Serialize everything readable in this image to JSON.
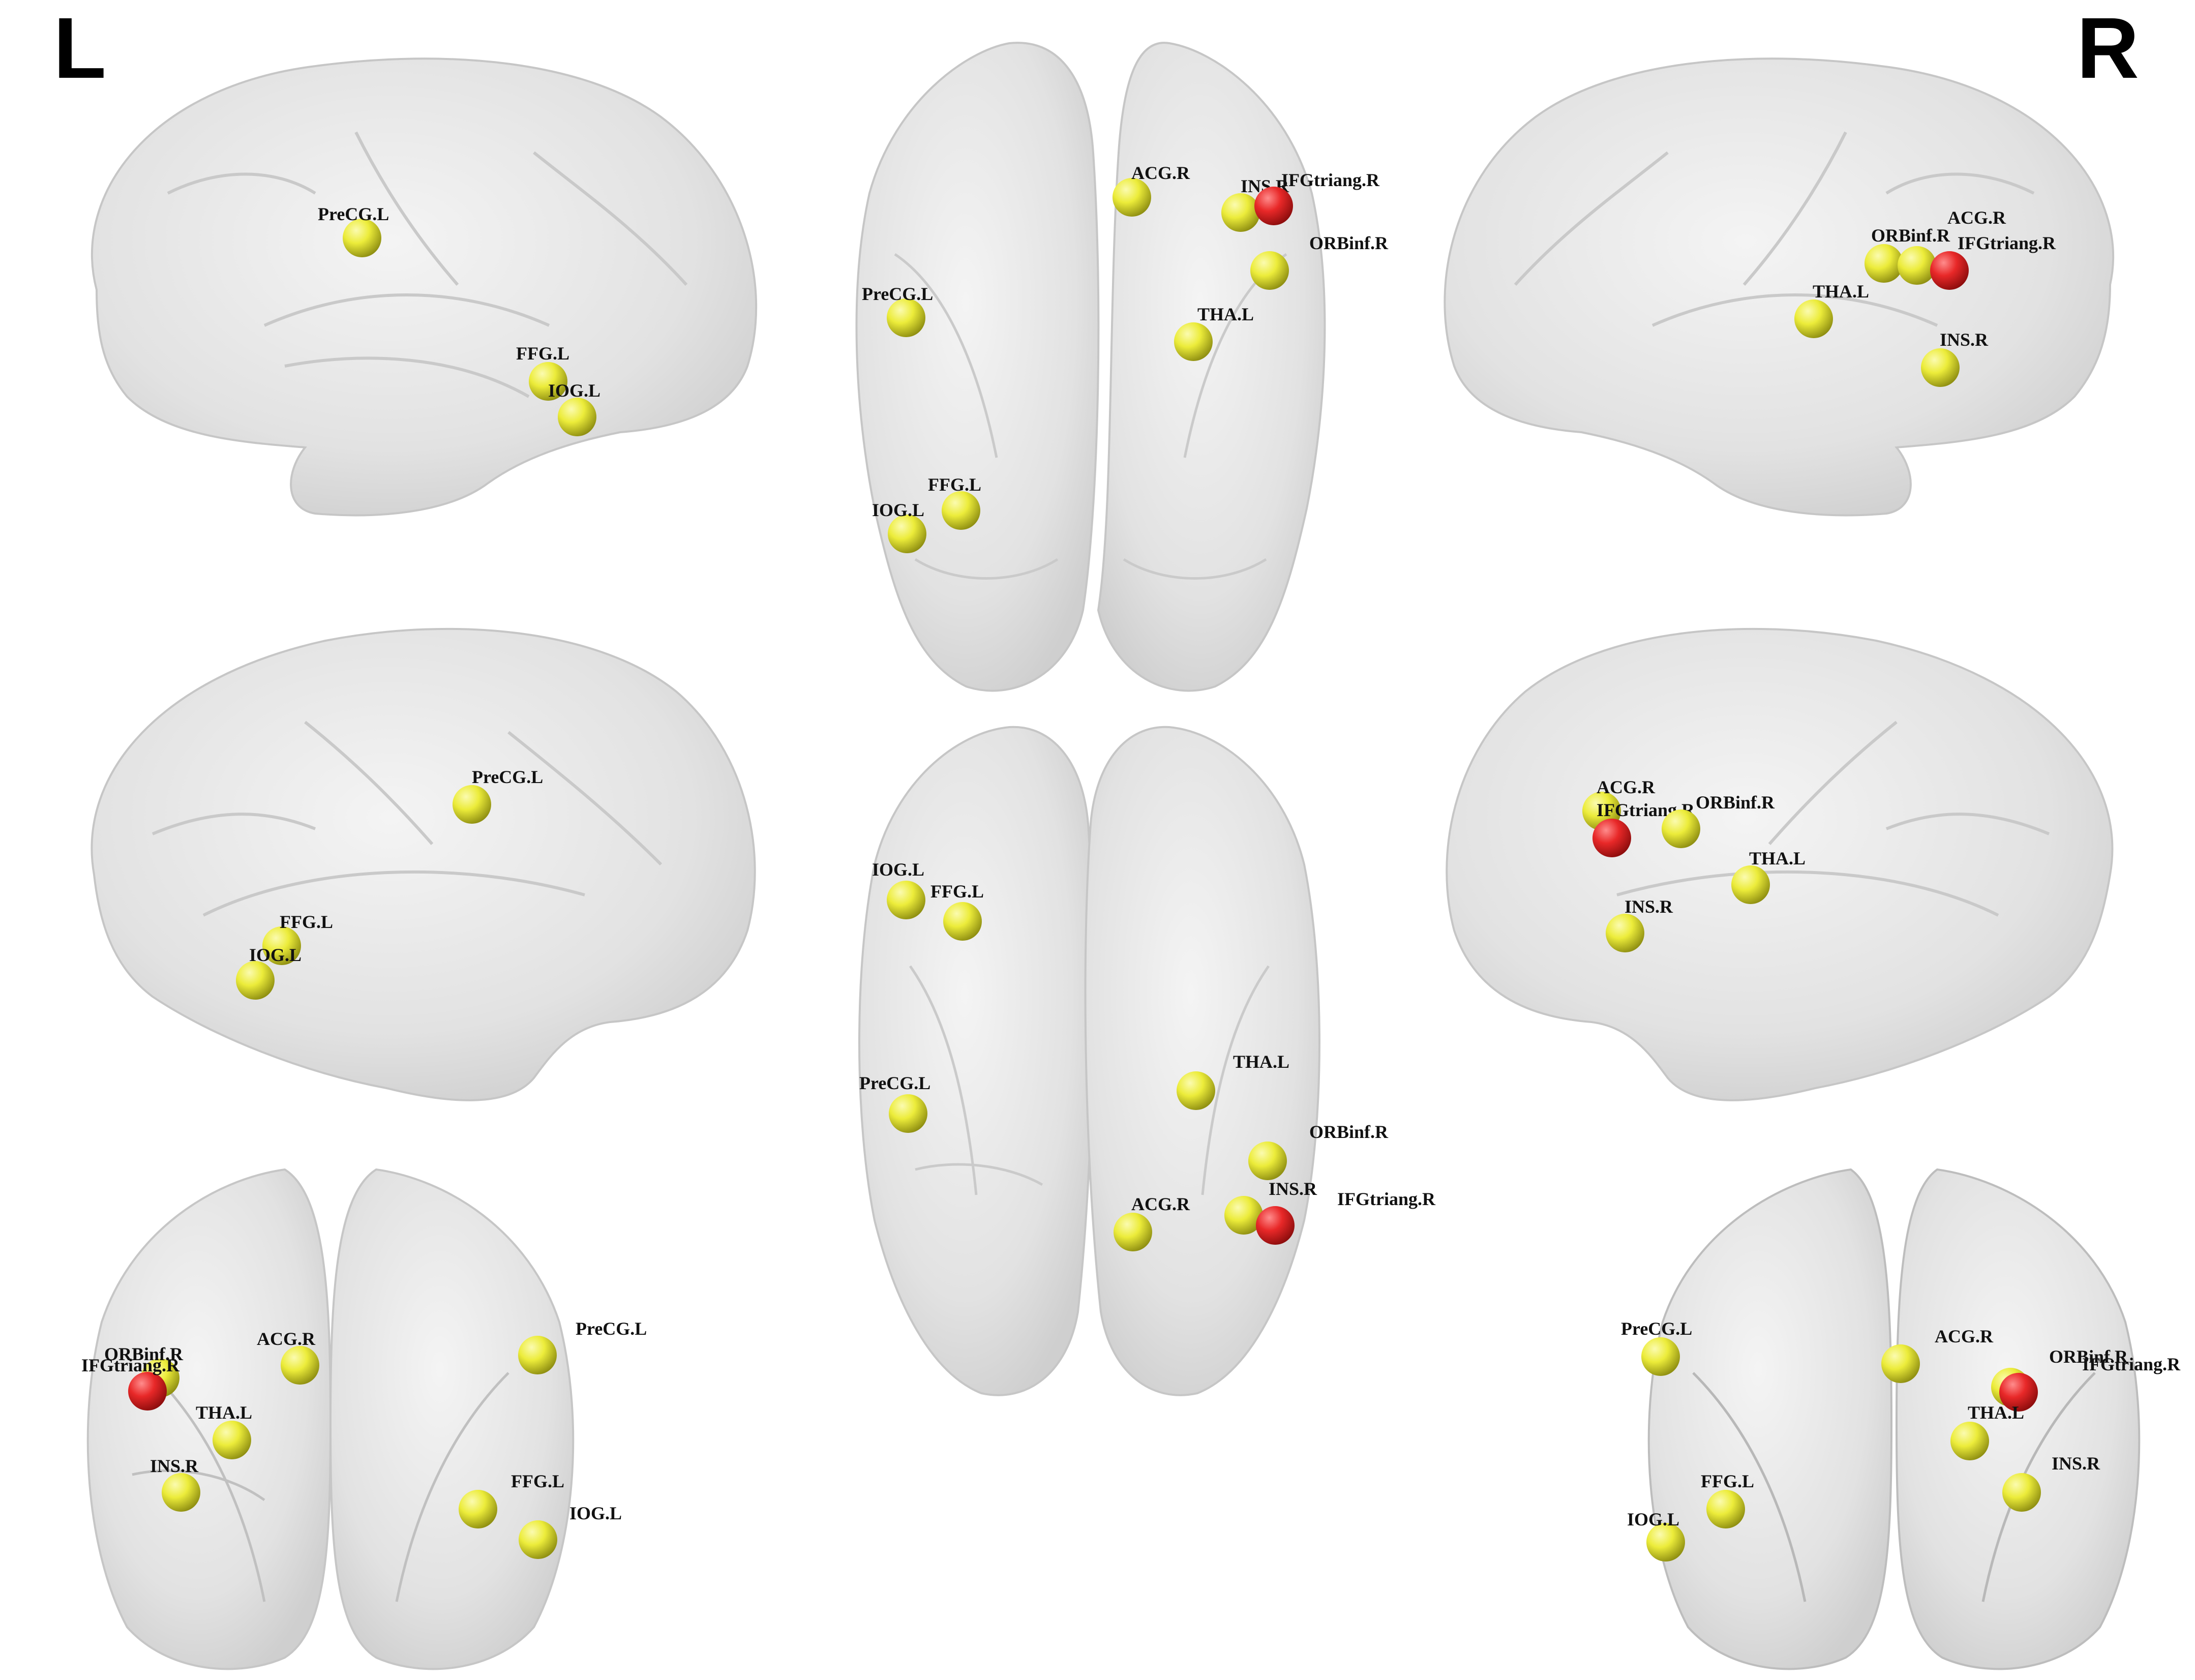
{
  "orientation": {
    "left": "L",
    "right": "R"
  },
  "colors": {
    "node_default": "#e8e83a",
    "node_highlight": "#e8282a",
    "brain": "#dedede",
    "brain_edge": "#c8c8c8"
  },
  "views": [
    {
      "view": "left-lateral",
      "nodes": [
        {
          "label": "PreCG.L",
          "color": "yellow"
        },
        {
          "label": "FFG.L",
          "color": "yellow"
        },
        {
          "label": "IOG.L",
          "color": "yellow"
        }
      ]
    },
    {
      "view": "superior",
      "nodes": [
        {
          "label": "ACG.R",
          "color": "yellow"
        },
        {
          "label": "INS.R",
          "color": "yellow"
        },
        {
          "label": "IFGtriang.R",
          "color": "red"
        },
        {
          "label": "ORBinf.R",
          "color": "yellow"
        },
        {
          "label": "PreCG.L",
          "color": "yellow"
        },
        {
          "label": "THA.L",
          "color": "yellow"
        },
        {
          "label": "FFG.L",
          "color": "yellow"
        },
        {
          "label": "IOG.L",
          "color": "yellow"
        }
      ]
    },
    {
      "view": "right-lateral",
      "nodes": [
        {
          "label": "ORBinf.R",
          "color": "yellow"
        },
        {
          "label": "ACG.R",
          "color": "yellow"
        },
        {
          "label": "IFGtriang.R",
          "color": "red"
        },
        {
          "label": "THA.L",
          "color": "yellow"
        },
        {
          "label": "INS.R",
          "color": "yellow"
        }
      ]
    },
    {
      "view": "left-medial",
      "nodes": [
        {
          "label": "PreCG.L",
          "color": "yellow"
        },
        {
          "label": "FFG.L",
          "color": "yellow"
        },
        {
          "label": "IOG.L",
          "color": "yellow"
        }
      ]
    },
    {
      "view": "inferior",
      "nodes": [
        {
          "label": "IOG.L",
          "color": "yellow"
        },
        {
          "label": "FFG.L",
          "color": "yellow"
        },
        {
          "label": "PreCG.L",
          "color": "yellow"
        },
        {
          "label": "THA.L",
          "color": "yellow"
        },
        {
          "label": "ORBinf.R",
          "color": "yellow"
        },
        {
          "label": "ACG.R",
          "color": "yellow"
        },
        {
          "label": "INS.R",
          "color": "yellow"
        },
        {
          "label": "IFGtriang.R",
          "color": "red"
        }
      ]
    },
    {
      "view": "right-medial",
      "nodes": [
        {
          "label": "ACG.R",
          "color": "yellow"
        },
        {
          "label": "IFGtriang.R",
          "color": "red"
        },
        {
          "label": "ORBinf.R",
          "color": "yellow"
        },
        {
          "label": "THA.L",
          "color": "yellow"
        },
        {
          "label": "INS.R",
          "color": "yellow"
        }
      ]
    },
    {
      "view": "anterior",
      "nodes": [
        {
          "label": "ORBinf.R",
          "color": "yellow"
        },
        {
          "label": "IFGtriang.R",
          "color": "red"
        },
        {
          "label": "ACG.R",
          "color": "yellow"
        },
        {
          "label": "THA.L",
          "color": "yellow"
        },
        {
          "label": "INS.R",
          "color": "yellow"
        },
        {
          "label": "PreCG.L",
          "color": "yellow"
        },
        {
          "label": "FFG.L",
          "color": "yellow"
        },
        {
          "label": "IOG.L",
          "color": "yellow"
        }
      ]
    },
    {
      "view": "posterior",
      "nodes": [
        {
          "label": "PreCG.L",
          "color": "yellow"
        },
        {
          "label": "ACG.R",
          "color": "yellow"
        },
        {
          "label": "ORBinf.R",
          "color": "yellow"
        },
        {
          "label": "IFGtriang.R",
          "color": "red"
        },
        {
          "label": "THA.L",
          "color": "yellow"
        },
        {
          "label": "INS.R",
          "color": "yellow"
        },
        {
          "label": "FFG.L",
          "color": "yellow"
        },
        {
          "label": "IOG.L",
          "color": "yellow"
        }
      ]
    }
  ]
}
